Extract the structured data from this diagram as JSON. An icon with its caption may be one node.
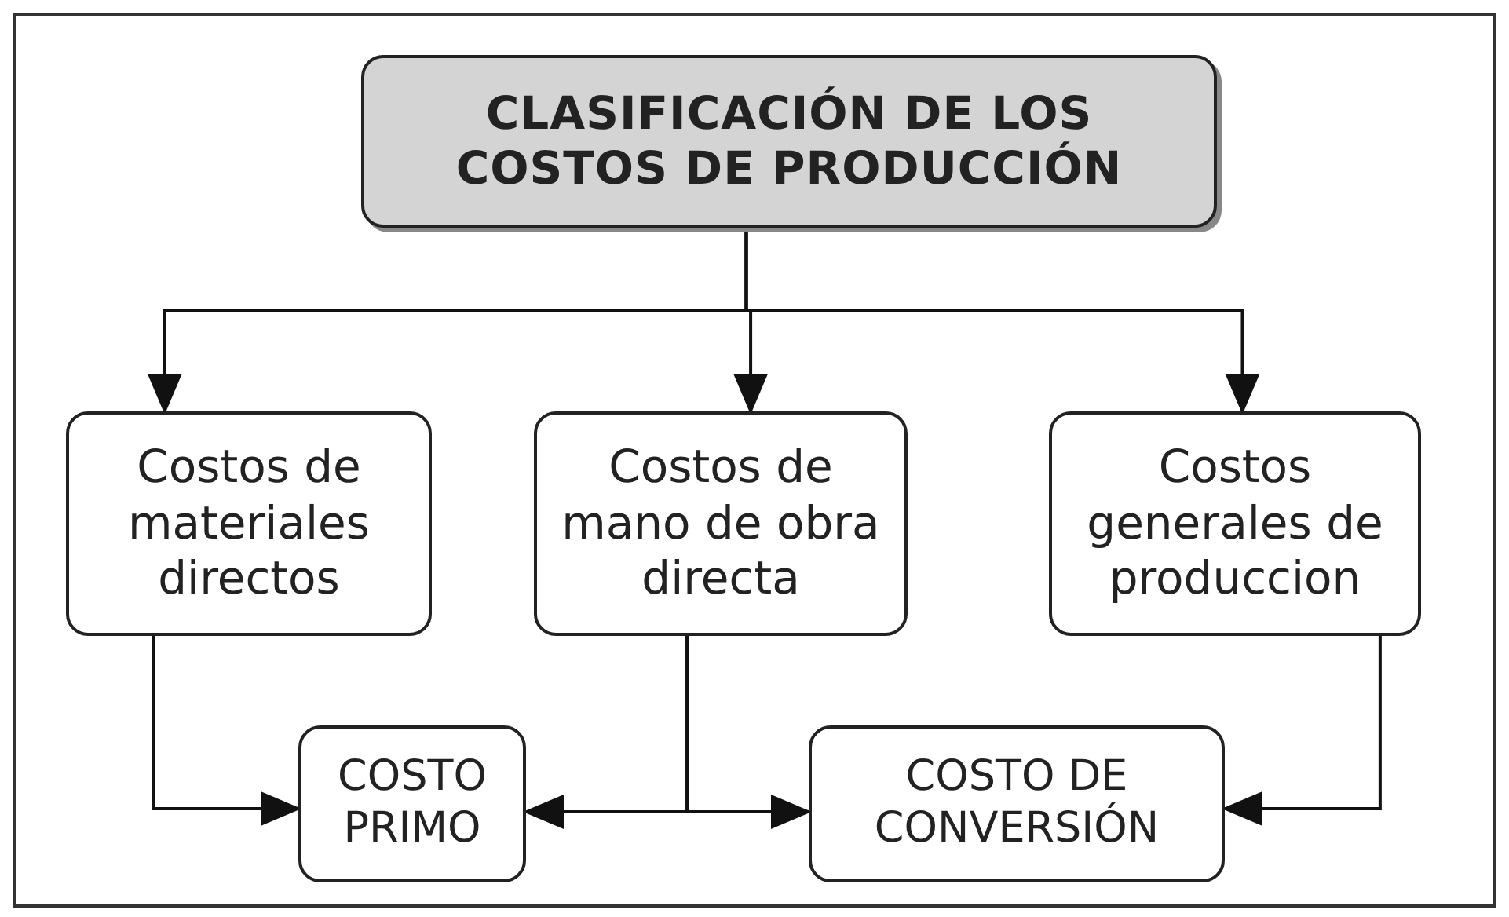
{
  "diagram": {
    "nodes": [
      {
        "text": [
          "CLASIFICACIÓN DE LOS COSTOS DE PRODUCCIÓN"
        ]
      },
      {
        "text": [
          "Costos de materiales directos"
        ]
      },
      {
        "text": [
          "Costos de mano de obra directa"
        ]
      },
      {
        "text": [
          "Costos generales de produccion"
        ]
      },
      {
        "text": [
          "COSTO PRIMO"
        ]
      },
      {
        "text": [
          "COSTO DE CONVERSIÓN"
        ]
      }
    ],
    "edges": [
      {
        "from": 0,
        "to": 1,
        "arrow": "to"
      },
      {
        "from": 0,
        "to": 2,
        "arrow": "to"
      },
      {
        "from": 0,
        "to": 3,
        "arrow": "to"
      },
      {
        "from": 1,
        "to": 4,
        "arrow": "to"
      },
      {
        "from": 2,
        "to": 4,
        "arrow": "to"
      },
      {
        "from": 2,
        "to": 5,
        "arrow": "to"
      },
      {
        "from": 3,
        "to": 5,
        "arrow": "to"
      }
    ]
  }
}
